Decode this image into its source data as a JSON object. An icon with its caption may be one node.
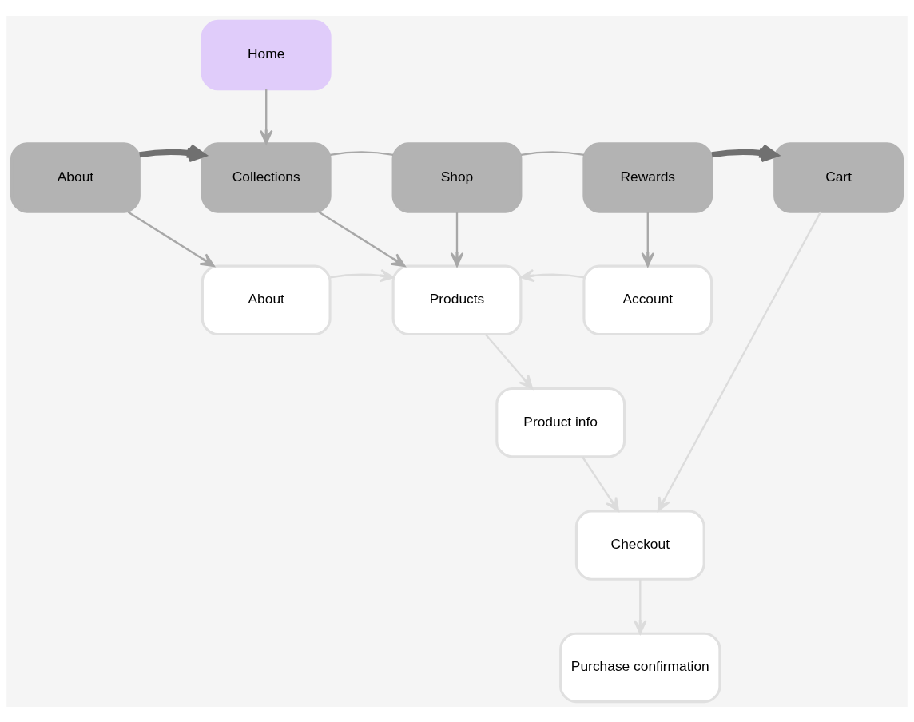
{
  "diagram": {
    "nodes": [
      {
        "text": [
          "Home"
        ]
      },
      {
        "text": [
          "About"
        ]
      },
      {
        "text": [
          "Collections"
        ]
      },
      {
        "text": [
          "Shop"
        ]
      },
      {
        "text": [
          "Rewards"
        ]
      },
      {
        "text": [
          "Cart"
        ]
      },
      {
        "text": [
          "About"
        ]
      },
      {
        "text": [
          "Products"
        ]
      },
      {
        "text": [
          "Account"
        ]
      },
      {
        "text": [
          "Product info"
        ]
      },
      {
        "text": [
          "Checkout"
        ]
      },
      {
        "text": [
          "Purchase confirmation"
        ]
      }
    ],
    "edges": [
      {
        "from": 0,
        "to": 2,
        "arrow": "to"
      },
      {
        "from": 1,
        "to": 2,
        "arrow": "to",
        "style": "thick",
        "color": "#707070"
      },
      {
        "from": 2,
        "to": 3,
        "arrow": "none"
      },
      {
        "from": 3,
        "to": 4,
        "arrow": "none"
      },
      {
        "from": 4,
        "to": 5,
        "arrow": "to",
        "style": "thick",
        "color": "#707070"
      },
      {
        "from": 1,
        "to": 6,
        "arrow": "to"
      },
      {
        "from": 2,
        "to": 7,
        "arrow": "to"
      },
      {
        "from": 6,
        "to": 7,
        "arrow": "to",
        "color": "#dcdcdc"
      },
      {
        "from": 3,
        "to": 7,
        "arrow": "to"
      },
      {
        "from": 4,
        "to": 8,
        "arrow": "to"
      },
      {
        "from": 8,
        "to": 7,
        "arrow": "to",
        "color": "#dcdcdc"
      },
      {
        "from": 7,
        "to": 9,
        "arrow": "to",
        "color": "#dcdcdc"
      },
      {
        "from": 9,
        "to": 10,
        "arrow": "to",
        "color": "#dcdcdc"
      },
      {
        "from": 5,
        "to": 10,
        "arrow": "to",
        "color": "#dcdcdc"
      },
      {
        "from": 10,
        "to": 11,
        "arrow": "to",
        "color": "#dcdcdc"
      }
    ]
  }
}
